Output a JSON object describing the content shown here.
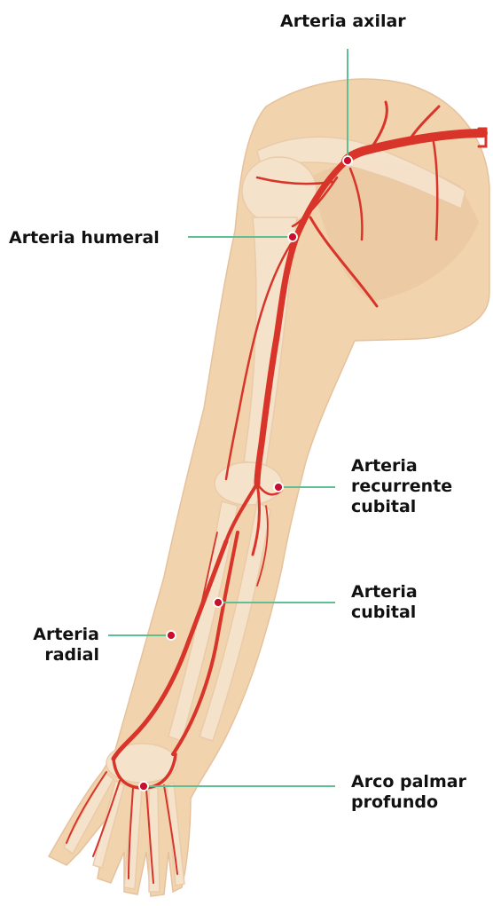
{
  "colors": {
    "leader": "#5fbf93",
    "artery": "#d8342a",
    "artery_dot": "#c8102e",
    "skin": "#f1d3ad",
    "skin_dark": "#e3b98d",
    "bone": "#f6e3cc"
  },
  "labels": {
    "axilar": "Arteria axilar",
    "humeral": "Arteria humeral",
    "recurrente": [
      "Arteria",
      "recurrente",
      "cubital"
    ],
    "cubital": [
      "Arteria",
      "cubital"
    ],
    "radial": [
      "Arteria",
      "radial"
    ],
    "palmar": [
      "Arco palmar",
      "profundo"
    ]
  }
}
